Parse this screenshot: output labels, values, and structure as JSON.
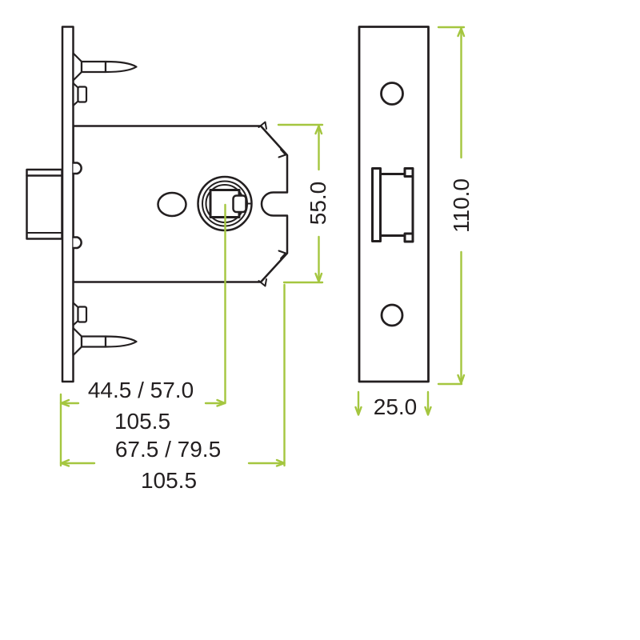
{
  "colors": {
    "background": "#ffffff",
    "outline": "#231f20",
    "dimension_line": "#a4c63f",
    "label_text": "#231f20"
  },
  "views": {
    "side_view": {
      "parts": [
        "faceplate",
        "latch-bolt",
        "fixing-pin-top",
        "fixing-pin-bottom",
        "mounting-stub-top",
        "mounting-stub-bottom",
        "case-body",
        "oval-hole",
        "spindle-follower",
        "case-notch"
      ]
    },
    "front_view": {
      "parts": [
        "faceplate",
        "screw-hole-top",
        "screw-hole-bottom",
        "latch-bolt-face"
      ]
    }
  },
  "dimensions": {
    "backset": "44.5 / 57.0",
    "backset_alt": "105.5",
    "case_depth": "67.5 / 79.5",
    "case_depth_alt": "105.5",
    "case_height": "55.0",
    "faceplate_length": "110.0",
    "faceplate_width": "25.0"
  }
}
